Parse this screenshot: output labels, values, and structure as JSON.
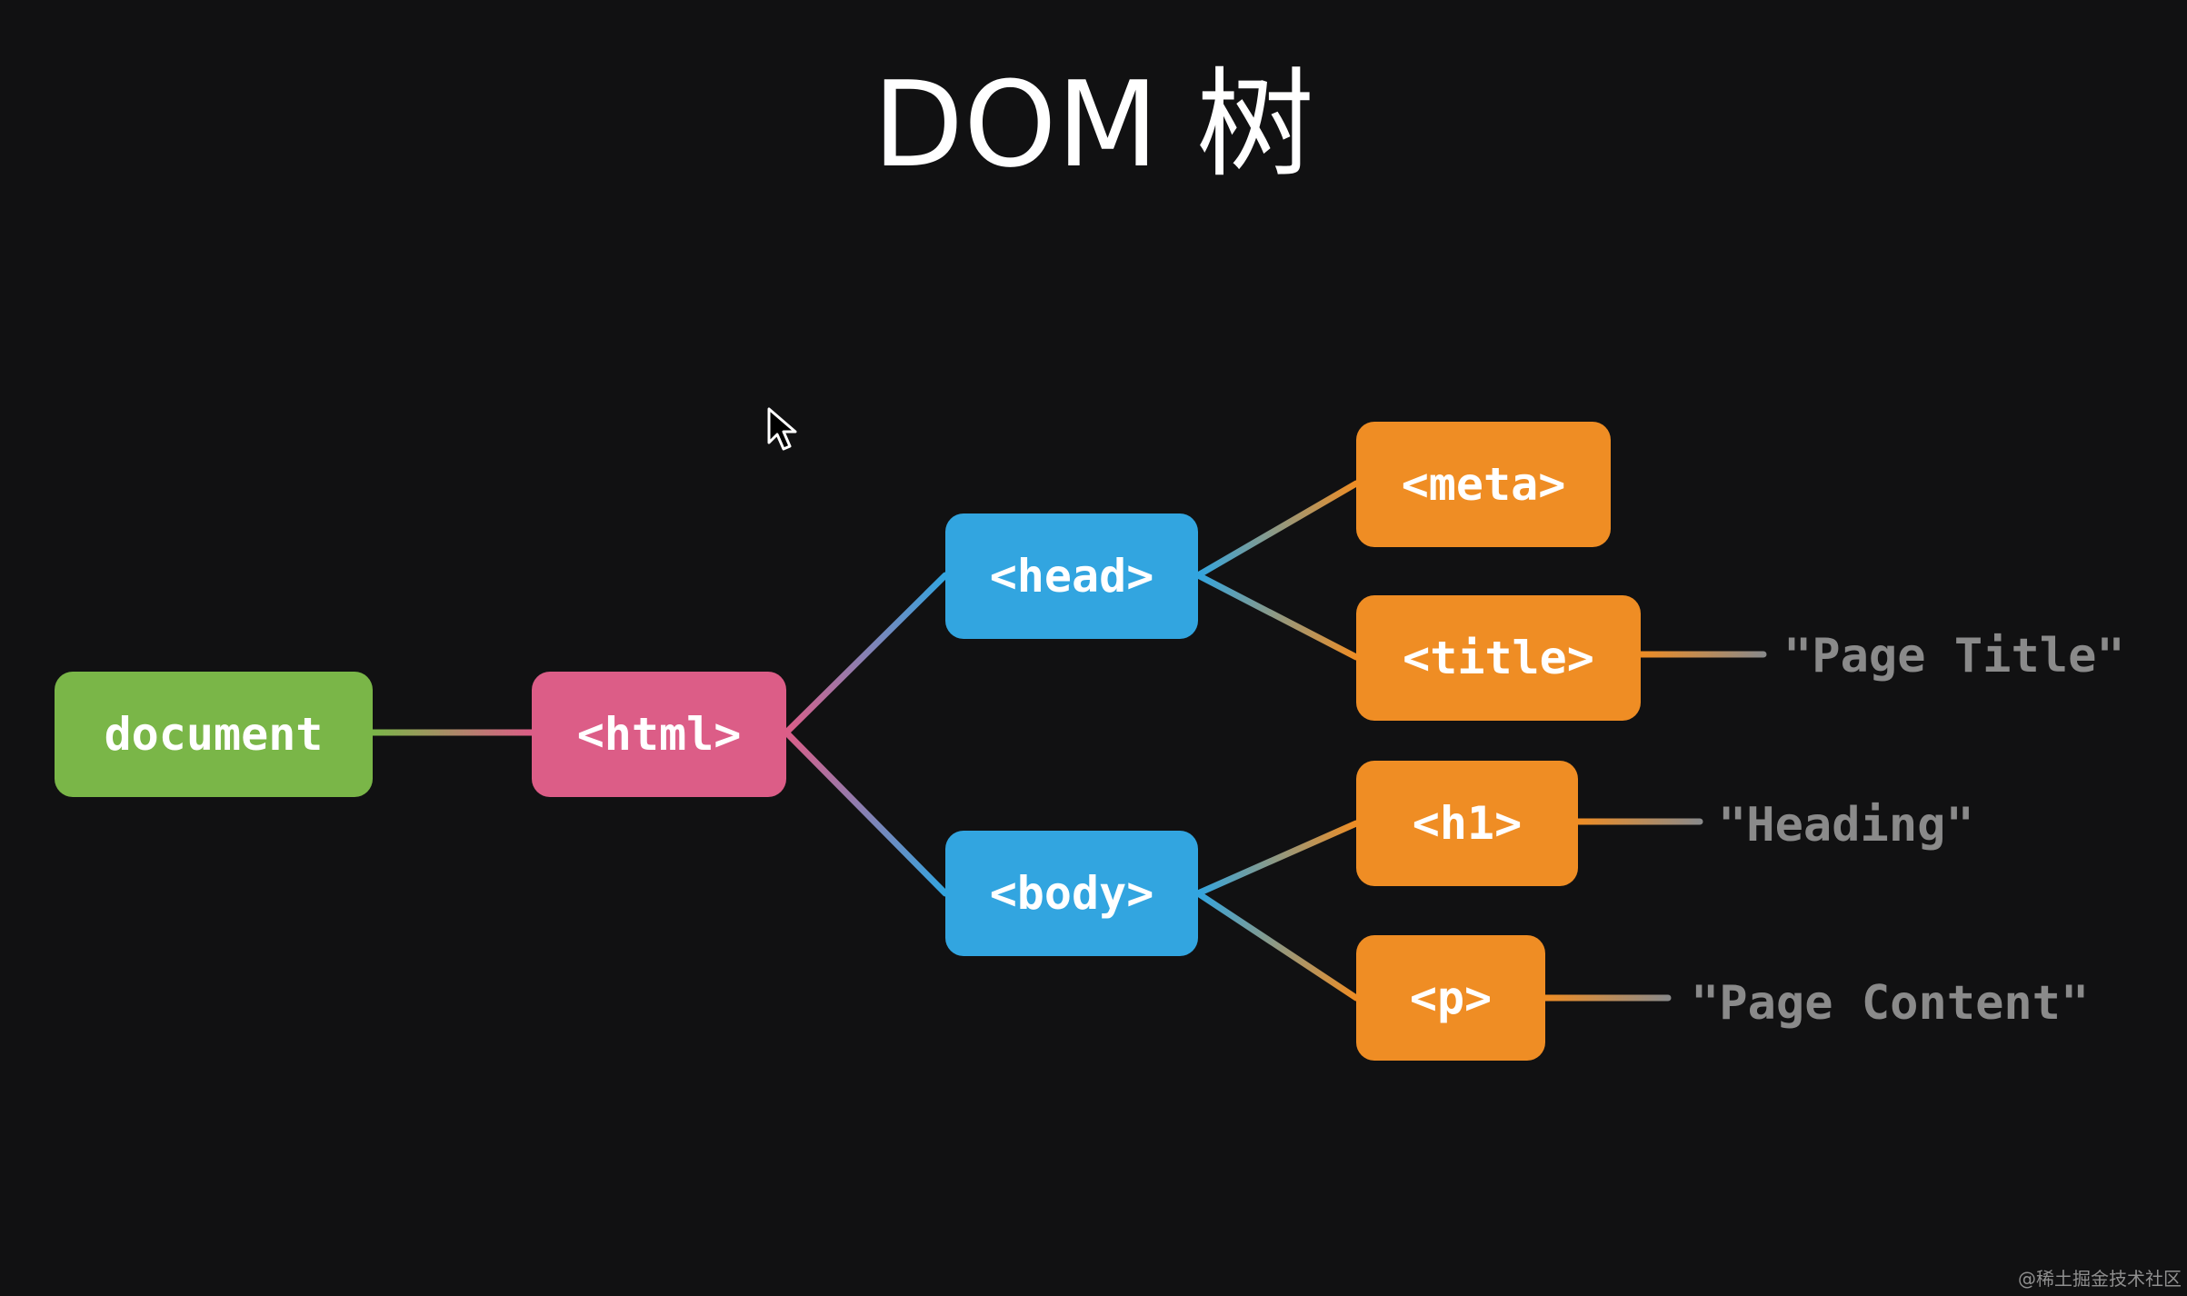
{
  "title": "DOM 树",
  "nodes": {
    "document": "document",
    "html": "<html>",
    "head": "<head>",
    "body": "<body>",
    "meta": "<meta>",
    "title": "<title>",
    "h1": "<h1>",
    "p": "<p>"
  },
  "text_nodes": {
    "page_title": "\"Page Title\"",
    "heading": "\"Heading\"",
    "page_content": "\"Page Content\""
  },
  "colors": {
    "background": "#111112",
    "document": "#7ab648",
    "html": "#dc5d87",
    "head_body": "#32a5e0",
    "leaf_elements": "#ef8d24",
    "text_nodes": "#8a8a8a"
  },
  "watermark": "@稀土掘金技术社区"
}
